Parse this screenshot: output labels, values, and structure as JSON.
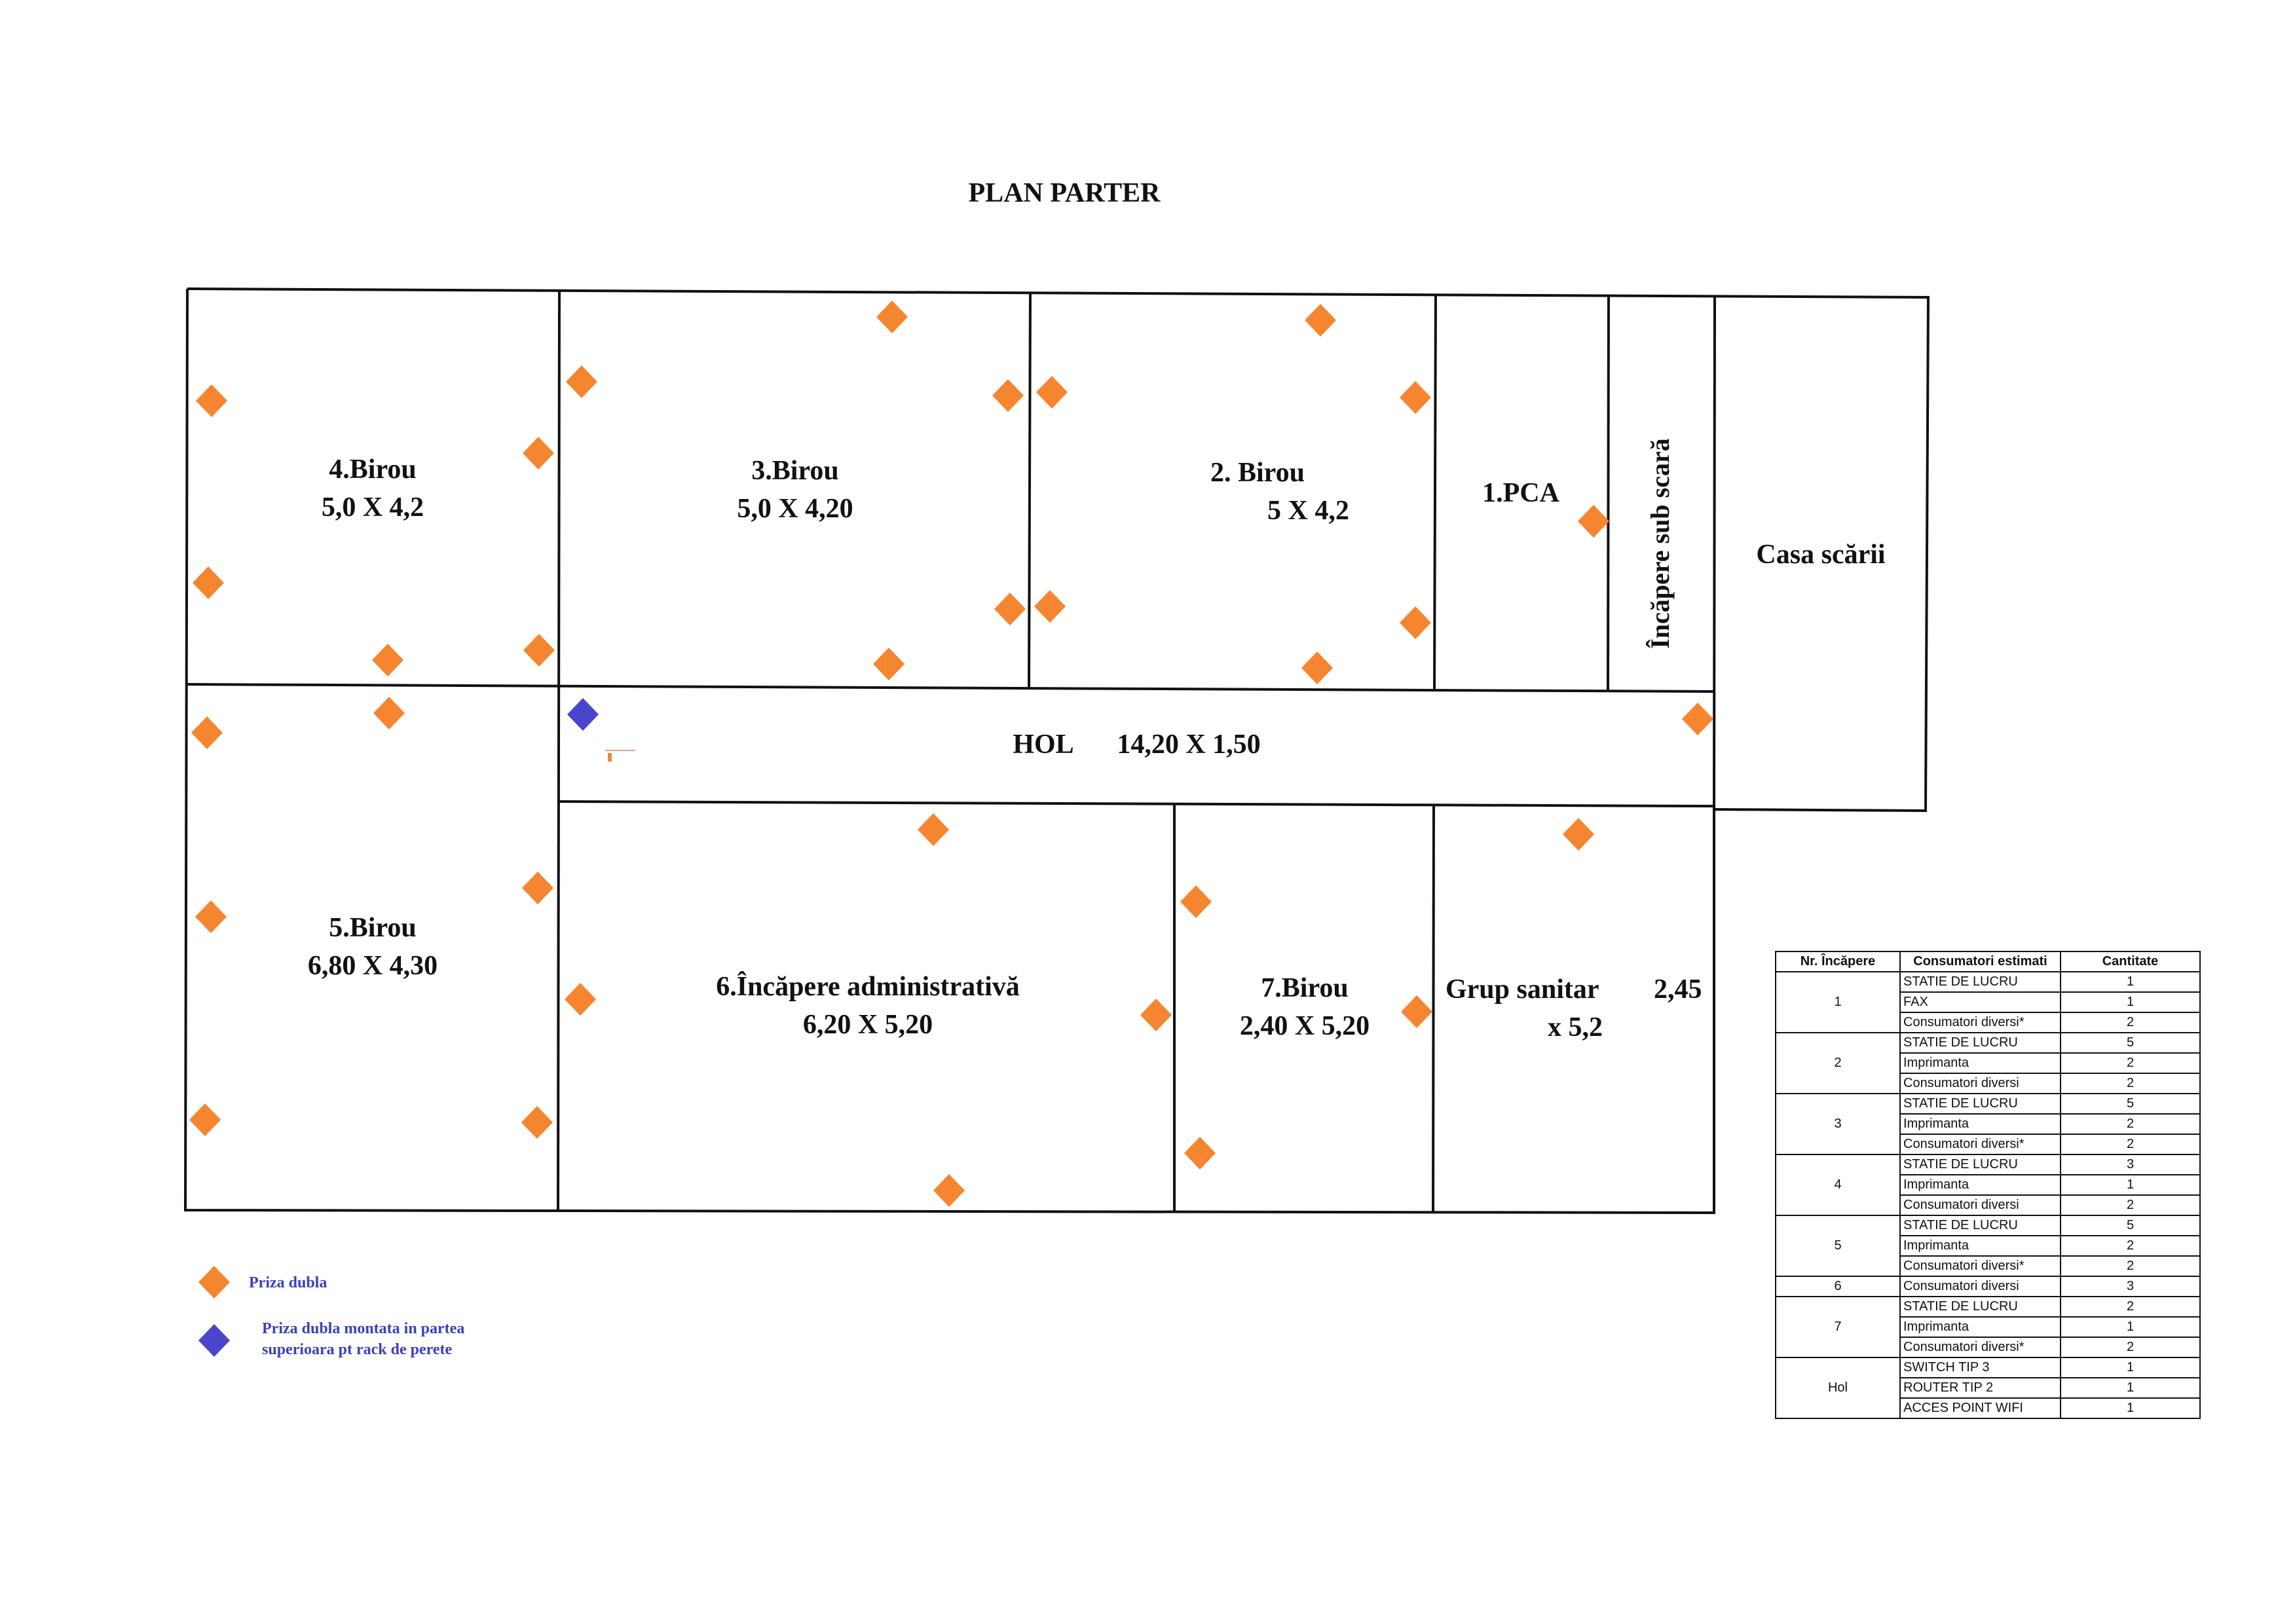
{
  "title": "PLAN PARTER",
  "rooms": {
    "r4": {
      "name": "4.Birou",
      "dims": "5,0 X 4,2"
    },
    "r3": {
      "name": "3.Birou",
      "dims": "5,0 X 4,20"
    },
    "r2": {
      "name": "2.  Birou",
      "dims": "5 X 4,2"
    },
    "r1": {
      "name": "1.PCA"
    },
    "stair_room": {
      "name": "Încăpere sub scară"
    },
    "stairs": {
      "name": "Casa scării"
    },
    "hall": {
      "name": "HOL",
      "dims": "14,20 X 1,50"
    },
    "r5": {
      "name": "5.Birou",
      "dims": "6,80 X 4,30"
    },
    "r6": {
      "name": "6.Încăpere administrativă",
      "dims": "6,20 X 5,20"
    },
    "r7": {
      "name": "7.Birou",
      "dims": "2,40 X 5,20"
    },
    "sanitary": {
      "name": "Grup sanitar",
      "dims_a": "2,45",
      "dims_b": "x 5,2"
    }
  },
  "legend": {
    "socket_double": "Priza dubla",
    "socket_rack_line1": "Priza dubla montata in partea",
    "socket_rack_line2": "superioara pt rack de perete"
  },
  "colors": {
    "socket_double": "#f5852f",
    "socket_rack": "#4a45cc",
    "legend_text": "#3b3fbf"
  },
  "table": {
    "headers": [
      "Nr. Încăpere",
      "Consumatori estimati",
      "Cantitate"
    ],
    "groups": [
      {
        "room": "1",
        "items": [
          {
            "name": "STATIE DE LUCRU",
            "qty": "1"
          },
          {
            "name": "FAX",
            "qty": "1"
          },
          {
            "name": "Consumatori diversi*",
            "qty": "2"
          }
        ]
      },
      {
        "room": "2",
        "items": [
          {
            "name": "STATIE DE LUCRU",
            "qty": "5"
          },
          {
            "name": "Imprimanta",
            "qty": "2"
          },
          {
            "name": "Consumatori diversi",
            "qty": "2"
          }
        ]
      },
      {
        "room": "3",
        "items": [
          {
            "name": "STATIE DE LUCRU",
            "qty": "5"
          },
          {
            "name": "Imprimanta",
            "qty": "2"
          },
          {
            "name": "Consumatori diversi*",
            "qty": "2"
          }
        ]
      },
      {
        "room": "4",
        "items": [
          {
            "name": "STATIE DE LUCRU",
            "qty": "3"
          },
          {
            "name": "Imprimanta",
            "qty": "1"
          },
          {
            "name": "Consumatori diversi",
            "qty": "2"
          }
        ]
      },
      {
        "room": "5",
        "items": [
          {
            "name": "STATIE DE LUCRU",
            "qty": "5"
          },
          {
            "name": "Imprimanta",
            "qty": "2"
          },
          {
            "name": "Consumatori diversi*",
            "qty": "2"
          }
        ]
      },
      {
        "room": "6",
        "items": [
          {
            "name": "Consumatori diversi",
            "qty": "3"
          }
        ]
      },
      {
        "room": "7",
        "items": [
          {
            "name": "STATIE DE LUCRU",
            "qty": "2"
          },
          {
            "name": "Imprimanta",
            "qty": "1"
          },
          {
            "name": "Consumatori diversi*",
            "qty": "2"
          }
        ]
      },
      {
        "room": "Hol",
        "items": [
          {
            "name": "SWITCH TIP 3",
            "qty": "1"
          },
          {
            "name": "ROUTER TIP 2",
            "qty": "1"
          },
          {
            "name": "ACCES POINT WIFI",
            "qty": "1"
          }
        ]
      }
    ]
  }
}
